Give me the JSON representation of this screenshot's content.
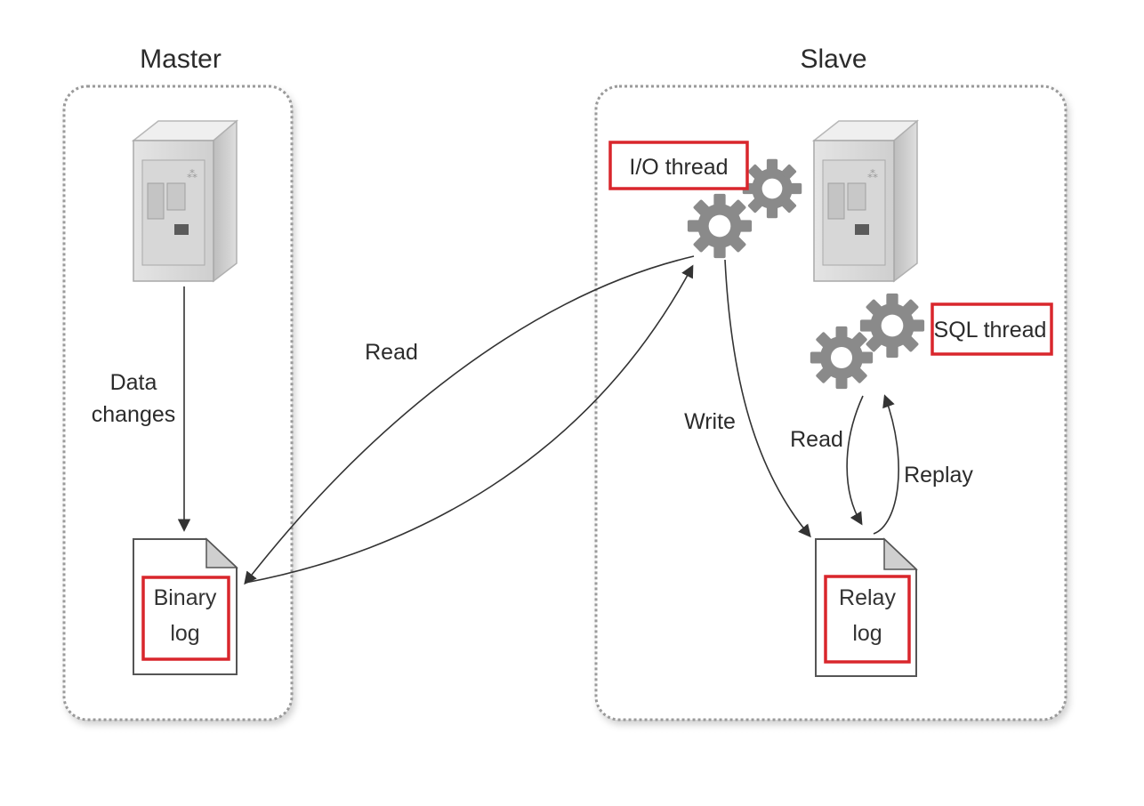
{
  "master": {
    "title": "Master"
  },
  "slave": {
    "title": "Slave"
  },
  "edges": {
    "data_changes_line1": "Data",
    "data_changes_line2": "changes",
    "read_master": "Read",
    "write": "Write",
    "read_slave": "Read",
    "replay": "Replay"
  },
  "threads": {
    "io": "I/O thread",
    "sql": "SQL thread"
  },
  "documents": {
    "binary_log_line1": "Binary",
    "binary_log_line2": "log",
    "relay_log_line1": "Relay",
    "relay_log_line2": "log"
  },
  "colors": {
    "highlight_box": "#d9262c",
    "gear": "#8a8a8a",
    "container_border": "#9a9a9a",
    "arrow": "#333333"
  },
  "icons": {
    "server": "server-icon",
    "gear": "gear-icon",
    "document": "document-icon"
  }
}
